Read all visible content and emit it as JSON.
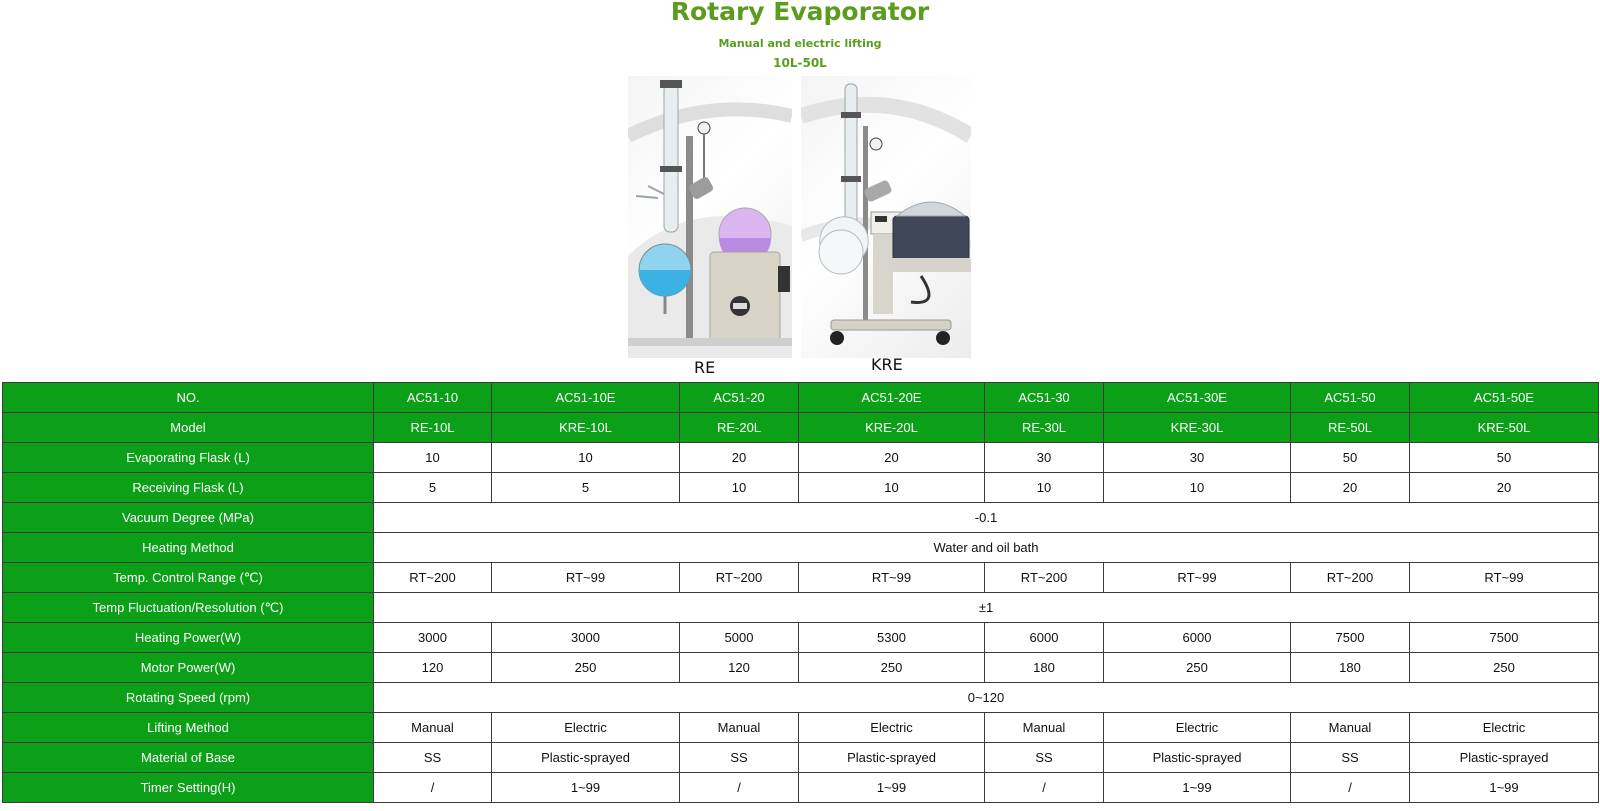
{
  "header": {
    "title": "Rotary Evaporator",
    "subtitle": "Manual and electric lifting",
    "range": "10L-50L"
  },
  "products": [
    {
      "caption": "RE"
    },
    {
      "caption": "KRE"
    }
  ],
  "colors": {
    "title_green": "#5a9d1e",
    "header_green": "#0ba018",
    "border": "#3a3a3a"
  },
  "table": {
    "rows": [
      {
        "label": "NO.",
        "header": true,
        "values": [
          "AC51-10",
          "AC51-10E",
          "AC51-20",
          "AC51-20E",
          "AC51-30",
          "AC51-30E",
          "AC51-50",
          "AC51-50E"
        ]
      },
      {
        "label": "Model",
        "header": true,
        "values": [
          "RE-10L",
          "KRE-10L",
          "RE-20L",
          "KRE-20L",
          "RE-30L",
          "KRE-30L",
          "RE-50L",
          "KRE-50L"
        ]
      },
      {
        "label": "Evaporating Flask (L)",
        "values": [
          "10",
          "10",
          "20",
          "20",
          "30",
          "30",
          "50",
          "50"
        ]
      },
      {
        "label": "Receiving Flask (L)",
        "values": [
          "5",
          "5",
          "10",
          "10",
          "10",
          "10",
          "20",
          "20"
        ]
      },
      {
        "label": "Vacuum Degree (MPa)",
        "span": "-0.1"
      },
      {
        "label": "Heating Method",
        "span": "Water and oil bath"
      },
      {
        "label": "Temp. Control Range (℃)",
        "values": [
          "RT~200",
          "RT~99",
          "RT~200",
          "RT~99",
          "RT~200",
          "RT~99",
          "RT~200",
          "RT~99"
        ]
      },
      {
        "label": "Temp Fluctuation/Resolution (℃)",
        "span": "±1"
      },
      {
        "label": "Heating Power(W)",
        "values": [
          "3000",
          "3000",
          "5000",
          "5300",
          "6000",
          "6000",
          "7500",
          "7500"
        ]
      },
      {
        "label": "Motor Power(W)",
        "values": [
          "120",
          "250",
          "120",
          "250",
          "180",
          "250",
          "180",
          "250"
        ]
      },
      {
        "label": "Rotating Speed (rpm)",
        "span": "0~120"
      },
      {
        "label": "Lifting Method",
        "values": [
          "Manual",
          "Electric",
          "Manual",
          "Electric",
          "Manual",
          "Electric",
          "Manual",
          "Electric"
        ]
      },
      {
        "label": "Material of Base",
        "values": [
          "SS",
          "Plastic-sprayed",
          "SS",
          "Plastic-sprayed",
          "SS",
          "Plastic-sprayed",
          "SS",
          "Plastic-sprayed"
        ]
      },
      {
        "label": "Timer Setting(H)",
        "values": [
          "/",
          "1~99",
          "/",
          "1~99",
          "/",
          "1~99",
          "/",
          "1~99"
        ]
      }
    ]
  }
}
